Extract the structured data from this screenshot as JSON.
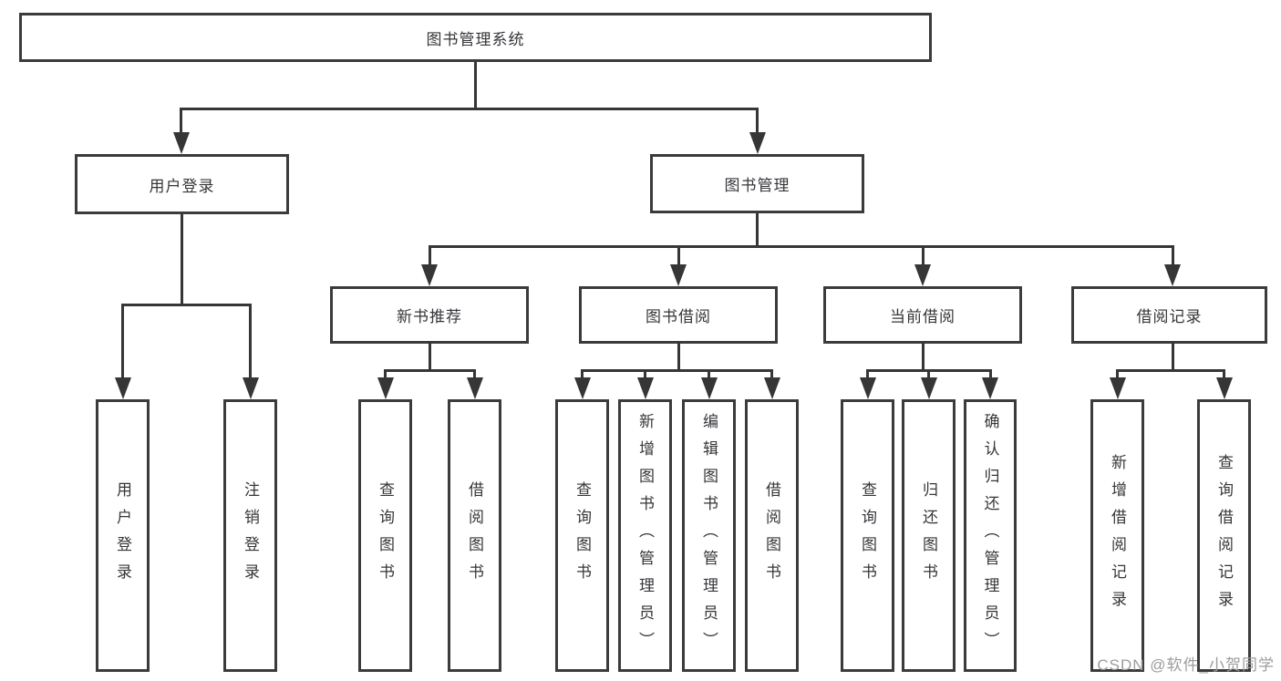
{
  "watermark": "CSDN @软件_小贺同学",
  "colors": {
    "line": "#363636",
    "box_border": "#3b3b3b",
    "text": "#36363a",
    "watermark": "#9c9c9c",
    "background": "#ffffff"
  },
  "diagram": {
    "type": "tree",
    "root": {
      "label": "图书管理系统"
    },
    "branches": [
      {
        "label": "用户登录",
        "children": [
          "用户登录",
          "注销登录"
        ]
      },
      {
        "label": "图书管理",
        "children": [
          {
            "label": "新书推荐",
            "children": [
              "查询图书",
              "借阅图书"
            ]
          },
          {
            "label": "图书借阅",
            "children": [
              "查询图书",
              "新增图书（管理员）",
              "编辑图书（管理员）",
              "借阅图书"
            ]
          },
          {
            "label": "当前借阅",
            "children": [
              "查询图书",
              "归还图书",
              "确认归还（管理员）"
            ]
          },
          {
            "label": "借阅记录",
            "children": [
              "新增借阅记录",
              "查询借阅记录"
            ]
          }
        ]
      }
    ]
  }
}
